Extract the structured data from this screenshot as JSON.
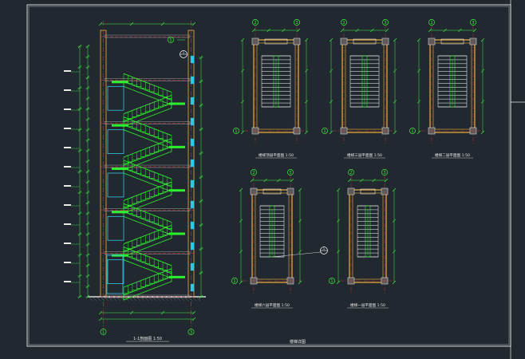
{
  "drawing": {
    "sheet_title": "楼梯详图",
    "colors": {
      "background": "#212830",
      "frame": "#e8e8e8",
      "wall": "#f2b13a",
      "stair": "#2ef02e",
      "dimension": "#3cf03c",
      "axis": "#e83a3a",
      "window": "#2ec8e6",
      "text": "#e8e8e8"
    },
    "section": {
      "title": "1-1剖面图  1:50",
      "axis_left": "1",
      "axis_right": "3",
      "axis_top": "1",
      "callout": "1",
      "flights": 10,
      "floors": 6
    },
    "plans": [
      {
        "title": "楼梯顶层平面图  1:50",
        "axis_left": "2",
        "axis_right": "3",
        "axis_bottom": "1"
      },
      {
        "title": "楼梯三层平面图  1:50",
        "axis_left": "2",
        "axis_right": "3",
        "axis_bottom": "1"
      },
      {
        "title": "楼梯二层平面图  1:50",
        "axis_left": "2",
        "axis_right": "3",
        "axis_bottom": "1"
      },
      {
        "title": "楼梯六层平面图  1:50",
        "axis_left": "2",
        "axis_right": "3",
        "axis_bottom": "1",
        "callout": "1"
      },
      {
        "title": "楼梯一层平面图  1:50",
        "axis_left": "2",
        "axis_right": "3",
        "axis_bottom": "1"
      }
    ]
  }
}
